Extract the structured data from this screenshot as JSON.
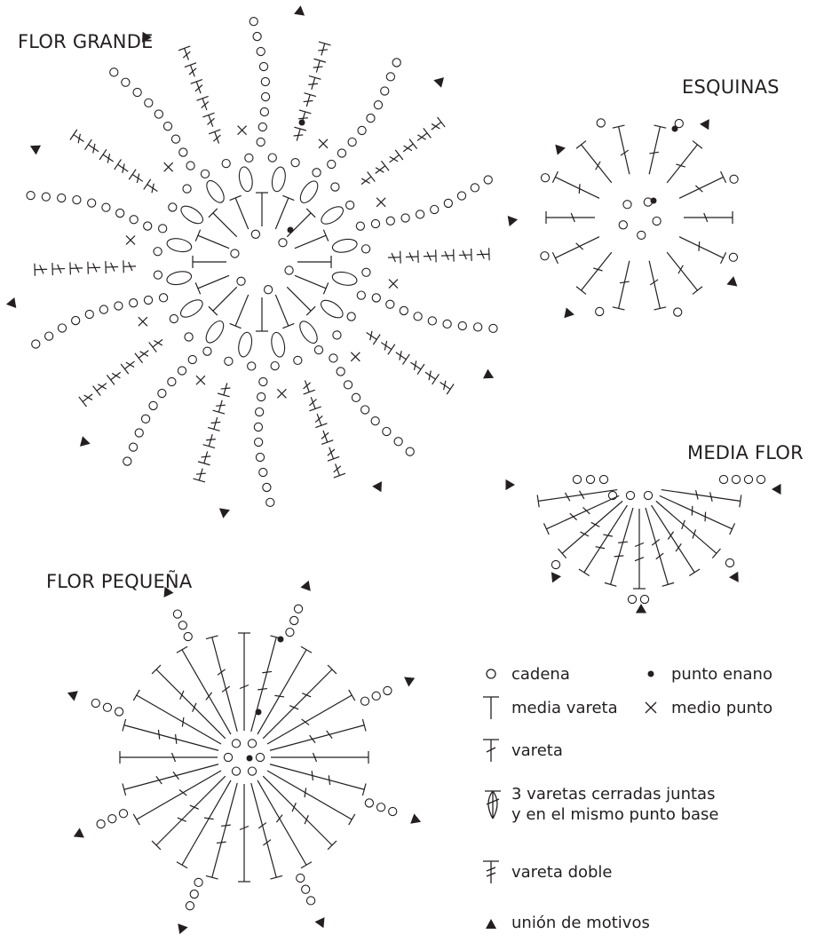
{
  "titles": {
    "flor_grande": "FLOR GRANDE",
    "esquinas": "ESQUINAS",
    "media_flor": "MEDIA FLOR",
    "flor_pequena": "FLOR PEQUEÑA"
  },
  "legend": {
    "cadena": "cadena",
    "punto_enano": "punto enano",
    "media_vareta": "media vareta",
    "medio_punto": "medio punto",
    "vareta": "vareta",
    "tres_varetas_1": "3 varetas cerradas juntas",
    "tres_varetas_2": "y en el mismo punto base",
    "vareta_doble": "vareta doble",
    "union": "unión de motivos"
  },
  "symbols": {
    "cadena": "circle",
    "punto_enano": "filled-dot",
    "media_vareta": "t-bar",
    "medio_punto": "x-cross",
    "vareta": "t-bar-slash",
    "tres_varetas": "cluster",
    "vareta_doble": "t-bar-double-slash",
    "union": "triangle"
  },
  "colors": {
    "ink": "#231f20",
    "background": "#ffffff"
  }
}
